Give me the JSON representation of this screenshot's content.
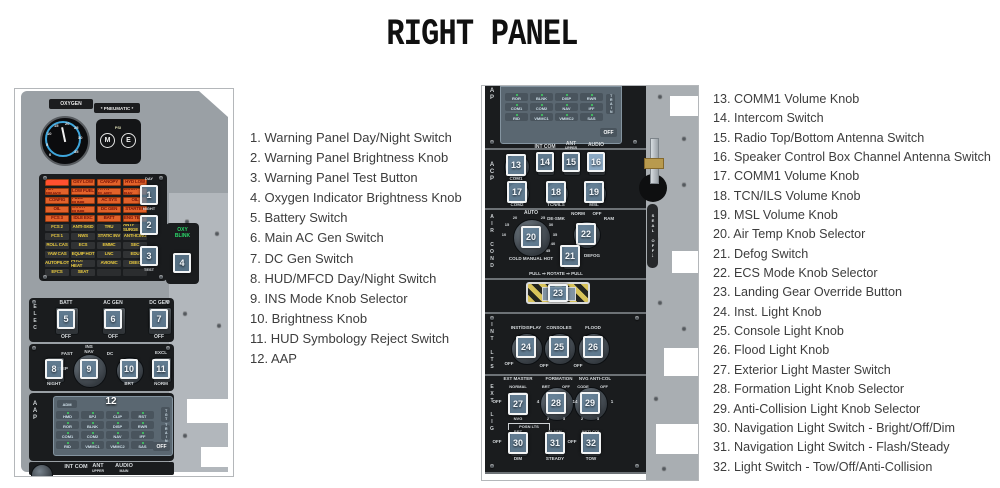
{
  "title": "RIGHT PANEL",
  "callouts": [
    "1",
    "2",
    "3",
    "4",
    "5",
    "6",
    "7",
    "8",
    "9",
    "10",
    "11",
    "12",
    "13",
    "14",
    "15",
    "16",
    "17",
    "18",
    "19",
    "20",
    "21",
    "22",
    "23",
    "24",
    "25",
    "26",
    "27",
    "28",
    "29",
    "30",
    "31",
    "32"
  ],
  "left_list": [
    "1. Warning Panel Day/Night Switch",
    "2. Warning Panel Brightness Knob",
    "3. Warning Panel Test Button",
    "4. Oxygen Indicator Brightness Knob",
    "5. Battery Switch",
    "6. Main AC Gen Switch",
    "7. DC Gen Switch",
    "8. HUD/MFCD Day/Night Switch",
    "9. INS Mode Knob Selector",
    "10.  Brightness Knob",
    "11. HUD Symbology Reject Switch",
    "12. AAP"
  ],
  "right_list": [
    "13. COMM1 Volume Knob",
    "14. Intercom Switch",
    "15. Radio Top/Bottom Antenna Switch",
    "16. Speaker Control Box Channel Antenna Switch",
    "17. COMM1 Volume Knob",
    "18. TCN/ILS Volume Knob",
    "19. MSL Volume Knob",
    "20. Air Temp Knob Selector",
    "21. Defog Switch",
    "22. ECS Mode Knob Selector",
    "23. Landing Gear Override Button",
    "24. Inst. Light Knob",
    "25. Console Light Knob",
    "26. Flood Light Knob",
    "27. Exterior Light Master Switch",
    "28. Formation Light Knob Selector",
    "29. Anti-Collision Light Knob Selector",
    "30. Navigation Light Switch - Bright/Off/Dim",
    "31. Navigation Light Switch - Flash/Steady",
    "32. Light Switch - Tow/Off/Anti-Collision"
  ],
  "left_panel": {
    "oxygen_label": "OXYGEN",
    "pneumatic_label": "* PNEUMATIC *",
    "oxy_ticks": [
      "0",
      "5",
      "10",
      "15",
      "20",
      "25",
      "30",
      "35"
    ],
    "pneu": {
      "m": "M",
      "e": "E",
      "psi": "PSI"
    },
    "caution_tiles": [
      {
        "t": "",
        "c": "redline"
      },
      {
        "t": "OXY LOW",
        "c": "amber"
      },
      {
        "t": "CANOPY",
        "c": "amber"
      },
      {
        "t": "HYD LOW",
        "c": "amber"
      },
      {
        "t": "AIR BRAKE",
        "c": "amber"
      },
      {
        "t": "LOW FUEL",
        "c": "amber"
      },
      {
        "t": "ATTN FLAPS",
        "c": "amber"
      },
      {
        "t": "DOOR BAY",
        "c": "amber"
      },
      {
        "t": "CONFIG",
        "c": "amber"
      },
      {
        "t": "FUEL PUMP",
        "c": "amber"
      },
      {
        "t": "AC SYS",
        "c": "amber"
      },
      {
        "t": "OIL",
        "c": "amber"
      },
      {
        "t": "OIL",
        "c": "amber"
      },
      {
        "t": "START PUMP",
        "c": "amber"
      },
      {
        "t": "DC GEN",
        "c": "amber"
      },
      {
        "t": "STARTER",
        "c": "amber"
      },
      {
        "t": "FCS 3",
        "c": "amber"
      },
      {
        "t": "IDLE EXC",
        "c": "amber"
      },
      {
        "t": "BATT",
        "c": "amber"
      },
      {
        "t": "ENG TEMP",
        "c": "amber"
      },
      {
        "t": "FCS 2",
        "c": "dark"
      },
      {
        "t": "ANTI-SKID",
        "c": "dark"
      },
      {
        "t": "TRU",
        "c": "dark"
      },
      {
        "t": "ANTI-SURGE",
        "c": "dark"
      },
      {
        "t": "FCS 1",
        "c": "dark"
      },
      {
        "t": "NWS",
        "c": "dark"
      },
      {
        "t": "STATIC INV",
        "c": "dark"
      },
      {
        "t": "ANTI-ICING",
        "c": "dark"
      },
      {
        "t": "ROLL CAS",
        "c": "dark"
      },
      {
        "t": "ECS",
        "c": "dark"
      },
      {
        "t": "EMMC",
        "c": "dark"
      },
      {
        "t": "SEC",
        "c": "dark"
      },
      {
        "t": "YAW CAS",
        "c": "dark"
      },
      {
        "t": "EQUIP HOT",
        "c": "dark"
      },
      {
        "t": "LNC",
        "c": "dark"
      },
      {
        "t": "EDU",
        "c": "dark"
      },
      {
        "t": "AUTOPILOT",
        "c": "dark"
      },
      {
        "t": "PITOT HEAT",
        "c": "dark"
      },
      {
        "t": "AVIONIC",
        "c": "dark"
      },
      {
        "t": "DEEC",
        "c": "dark"
      },
      {
        "t": "EFCS",
        "c": "dark"
      },
      {
        "t": "SEAT",
        "c": "dark"
      },
      {
        "t": "",
        "c": "blank"
      },
      {
        "t": "",
        "c": "blank"
      }
    ],
    "day": "DAY",
    "night": "NIGHT",
    "test": "TEST",
    "oxy_blink": [
      "OXY",
      "BLINK"
    ],
    "elec": {
      "vtitle": "ELEC",
      "batt": "BATT",
      "ac_gen": "AC GEN",
      "dc_gen": "DC GEN",
      "off": "OFF"
    },
    "ins_row": {
      "ins": "INS",
      "nav": "NAV",
      "fast": "FAST",
      "dc": "DC",
      "step": "STEP",
      "night": "NIGHT",
      "brt": "BRT",
      "norm": "NORM",
      "excl": "EXCL"
    },
    "aap": {
      "vtitle": "AAP",
      "adm": "ADM",
      "keys": [
        "HMD",
        "SPJ",
        "CLIP",
        "RST",
        "ROR",
        "BLNK",
        "DISP",
        "RWR",
        "COM1",
        "COM2",
        "NAV",
        "IFF",
        "RID",
        "VMMC1",
        "VMMC2",
        "SAS"
      ],
      "tgt": "TGT",
      "train": "TRAIN",
      "off": "OFF"
    },
    "bottom": {
      "int_com": "INT COM",
      "ant": "ANT",
      "upper": "UPPER",
      "audio": "AUDIO",
      "main": "MAIN"
    }
  },
  "right_panel": {
    "ap": "AP",
    "aap_keys": [
      "ROR",
      "BLNK",
      "DISP",
      "RWR",
      "COM1",
      "COM2",
      "NAV",
      "IFF",
      "RID",
      "VMMC1",
      "VMMC2",
      "SAS"
    ],
    "train": "TRAIN",
    "aap_off": "OFF",
    "acp": {
      "vtitle": "ACP",
      "int_com": "INT COM",
      "ant": "ANT",
      "upper": "UPPER",
      "audio": "AUDIO",
      "com1": "COM1",
      "com2": "COM2",
      "tcn_ils": "TCN/ILS",
      "msl": "MSL"
    },
    "aircond": {
      "vtitle": "AIR COND",
      "auto": "AUTO",
      "scale": [
        "10",
        "15",
        "20",
        "25",
        "30",
        "35",
        "40",
        "45"
      ],
      "cold_manual_hot": "COLD MANUAL HOT",
      "de_smk": "DE-SMK",
      "norm": "NORM",
      "off": "OFF",
      "ram": "RAM",
      "defog": "DEFOG",
      "pull_rotate": "PULL ⇒ ROTATE  ⇒ PULL"
    },
    "intlts": {
      "vtitle": "INT LTS",
      "inst": "INST/DISPLAY",
      "consoles": "CONSOLES",
      "flood": "FLOOD",
      "off": "OFF"
    },
    "extlig": {
      "vtitle": "EXT LIG",
      "ext_master": "EXT MASTER",
      "formation": "FORMATION",
      "nvg_anti_col": "NVG ANTI-COL",
      "normal": "NORMAL",
      "off": "OFF",
      "nvg": "NVG",
      "brt": "BRT",
      "code": "CODE",
      "n4": "4",
      "n14": "14",
      "n1": "1",
      "n2": "2",
      "n3": "3",
      "posn_lts": "POSN LTS",
      "dim": "DIM",
      "flash": "FLASH",
      "steady": "STEADY",
      "anti_col": "ANTI-COL",
      "tow": "TOW"
    },
    "seal_off": "SEAL OFF",
    "arrow": "↓"
  }
}
